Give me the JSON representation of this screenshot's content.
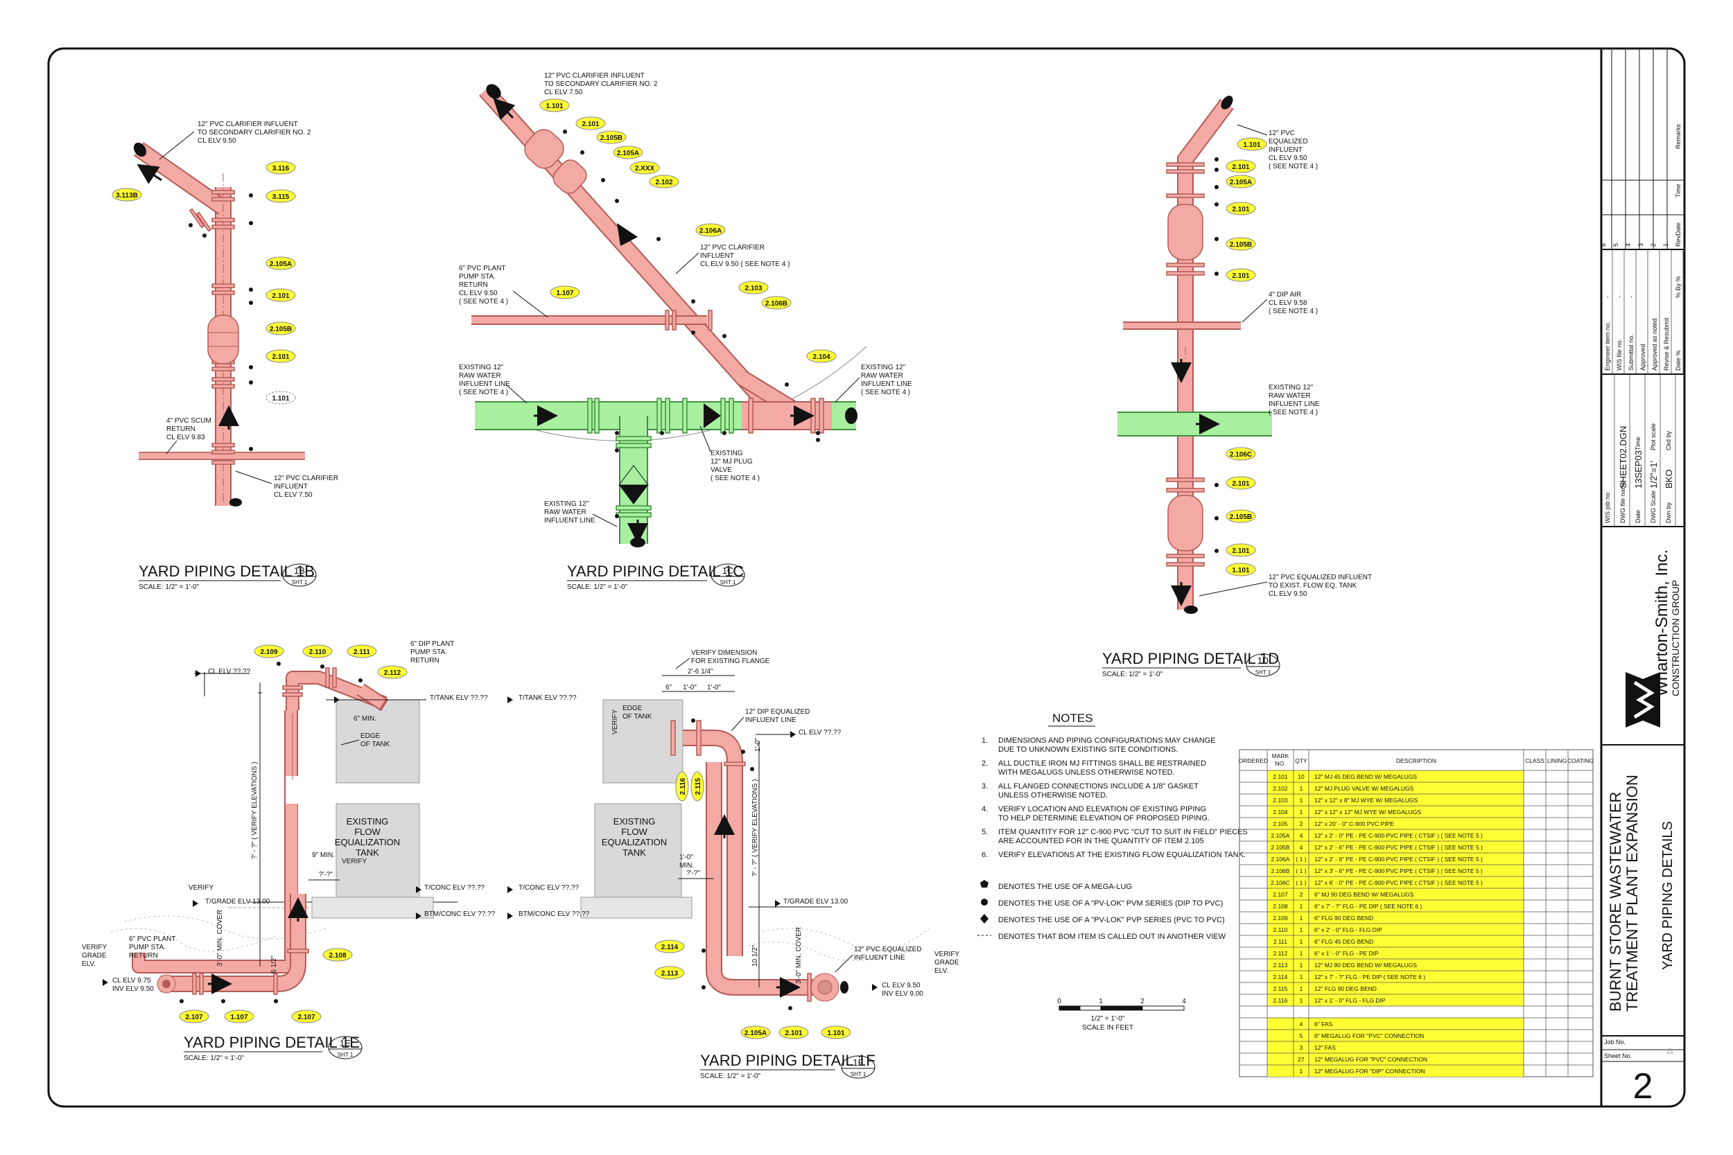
{
  "colors": {
    "pipe": "#f3a9a4",
    "pipe_stroke": "#b55a55",
    "existing": "#a8f0a0",
    "existing_stroke": "#3f8f3a",
    "tag": "#ffff33",
    "bom_highlight": "#ffff33",
    "tank": "#d9d9d9"
  },
  "details": [
    {
      "title": "YARD PIPING DETAIL 1B",
      "scale": "SCALE:  1/2\" = 1'-0\"",
      "badge": "1B",
      "sheet": "SHT 1"
    },
    {
      "title": "YARD PIPING DETAIL 1C",
      "scale": "SCALE:  1/2\" = 1'-0\"",
      "badge": "1C",
      "sheet": "SHT 1"
    },
    {
      "title": "YARD PIPING DETAIL 1D",
      "scale": "SCALE:  1/2\" = 1'-0\"",
      "badge": "1D",
      "sheet": "SHT 1"
    },
    {
      "title": "YARD PIPING DETAIL 1E",
      "scale": "SCALE:  1/2\" = 1'-0\"",
      "badge": "1E",
      "sheet": "SHT 1"
    },
    {
      "title": "YARD PIPING DETAIL 1F",
      "scale": "SCALE:  1/2\" = 1'-0\"",
      "badge": "1F",
      "sheet": "SHT 1"
    }
  ],
  "labels": {
    "d1b_top": [
      "12\" PVC CLARIFIER INFLUENT",
      "TO SECONDARY CLARIFIER NO. 2",
      "CL ELV 9.50"
    ],
    "d1b_scum": [
      "4\" PVC SCUM",
      "RETURN",
      "CL ELV 9.83"
    ],
    "d1b_bottom": [
      "12\" PVC CLARIFIER",
      "INFLUENT",
      "CL ELV 7.50"
    ],
    "d1c_top": [
      "12\" PVC CLARIFIER INFLUENT",
      "TO SECONDARY CLARIFIER NO. 2",
      "CL ELV 7.50"
    ],
    "d1c_mid": [
      "12\" PVC CLARIFIER",
      "INFLUENT",
      "CL ELV 9.50  ( SEE NOTE 4 )"
    ],
    "d1c_return": [
      "6\" PVC PLANT",
      "PUMP STA.",
      "RETURN",
      "CL ELV 9.50",
      "( SEE NOTE 4 )"
    ],
    "d1c_raw_left": [
      "EXISTING 12\"",
      "RAW WATER",
      "INFLUENT LINE",
      "( SEE NOTE 4 )"
    ],
    "d1c_raw_right": [
      "EXISTING 12\"",
      "RAW WATER",
      "INFLUENT LINE",
      "( SEE NOTE 4 )"
    ],
    "d1c_plug": [
      "EXISTING",
      "12\" MJ PLUG",
      "VALVE",
      "( SEE NOTE 4 )"
    ],
    "d1c_raw_bottom": [
      "EXISTING 12\"",
      "RAW WATER",
      "INFLUENT LINE"
    ],
    "d1d_top": [
      "12\" PVC",
      "EQUALIZED",
      "INFLUENT",
      "CL ELV 9.50",
      "( SEE NOTE 4 )"
    ],
    "d1d_air": [
      "4\" DIP AIR",
      "CL ELV 9.58",
      "( SEE NOTE 4 )"
    ],
    "d1d_raw": [
      "EXISTING 12\"",
      "RAW WATER",
      "INFLUENT LINE",
      "( SEE NOTE 4 )"
    ],
    "d1d_bottom": [
      "12\" PVC EQUALIZED INFLUENT",
      "TO EXIST. FLOW EQ. TANK",
      "CL ELV 9.50"
    ],
    "d1e_dip": [
      "6\" DIP PLANT",
      "PUMP STA.",
      "RETURN"
    ],
    "d1e_cl": "CL ELV ??.??",
    "d1e_ttank": "T/TANK ELV ??.??",
    "d1e_edge": [
      "EDGE",
      "OF TANK"
    ],
    "d1e_6min": "6\" MIN.",
    "d1e_tank": [
      "EXISTING",
      "FLOW",
      "EQUALIZATION",
      "TANK"
    ],
    "d1e_9min": "9\" MIN.",
    "d1e_verify": "VERIFY",
    "d1e_tconc": "T/CONC ELV ??.??",
    "d1e_btm": "BTM/CONC ELV ??.??",
    "d1e_grade": "T/GRADE ELV 13.00",
    "d1e_verify2": "VERIFY",
    "d1e_return": [
      "6\" PVC PLANT",
      "PUMP STA.",
      "RETURN"
    ],
    "d1e_vgrade": [
      "VERIFY",
      "GRADE",
      "ELV."
    ],
    "d1e_inv": [
      "CL ELV 9.75",
      "INV ELV 9.50"
    ],
    "d1e_vert": "?' - ?\" ( VERIFY ELEVATIONS )",
    "d1e_cover": "3'-0\" MIN. COVER",
    "d1e_6half": "6 1/2\"",
    "d1e_qq": "?'-?\"",
    "d1f_verify": [
      "VERIFY DIMENSION",
      "FOR EXISTING FLANGE"
    ],
    "d1f_dim1": "2'-6 1/4\"",
    "d1f_dim2": "6\"",
    "d1f_dim3": "1'-0\"",
    "d1f_dim4": "1'-0\"",
    "d1f_dip": [
      "12\" DIP EQUALIZED",
      "INFLUENT LINE"
    ],
    "d1f_edge": [
      "EDGE",
      "OF TANK"
    ],
    "d1f_verifyv": "VERIFY",
    "d1f_cl": "CL ELV ??.??",
    "d1f_ttank": "T/TANK ELV ??.??",
    "d1f_tank": [
      "EXISTING",
      "FLOW",
      "EQUALIZATION",
      "TANK"
    ],
    "d1f_1min": [
      "1'-0\"",
      "MIN."
    ],
    "d1f_tconc": "T/CONC ELV ??.??",
    "d1f_btm": "BTM/CONC ELV ??.??",
    "d1f_grade": "T/GRADE ELV 13.00",
    "d1f_pvc": [
      "12\" PVC EQUALIZED",
      "INFLUENT LINE"
    ],
    "d1f_vgrade": [
      "VERIFY",
      "GRADE",
      "ELV."
    ],
    "d1f_inv": [
      "CL ELV 9.50",
      "INV ELV 9.00"
    ],
    "d1f_vert": "?' - ?\" ( VERIFY ELEVATIONS )",
    "d1f_cover": "3'-0\" MIN. COVER",
    "d1f_10half": "10 1/2\"",
    "d1f_1ft": "1'-0\"",
    "d1f_qq": "?'-?\""
  },
  "tags": {
    "t3_116": "3.116",
    "t3_115": "3.115",
    "t3_113b": "3.113B",
    "t2_105a": "2.105A",
    "t2_101": "2.101",
    "t2_105b": "2.105B",
    "t2_101b": "2.101",
    "t1_101": "1.101",
    "c1_101": "1.101",
    "c2_101": "2.101",
    "c2_105b": "2.105B",
    "c2_105a": "2.105A",
    "c2_xxx": "2.XXX",
    "c2_102": "2.102",
    "c2_106a": "2.106A",
    "c1_107": "1.107",
    "c2_103": "2.103",
    "c2_106b": "2.106B",
    "c2_104": "2.104",
    "d1_101": "1.101",
    "d2_101a": "2.101",
    "d2_105a": "2.105A",
    "d2_101b": "2.101",
    "d2_105b": "2.105B",
    "d2_101c": "2.101",
    "d2_106c": "2.106C",
    "d2_101d": "2.101",
    "d2_105b2": "2.105B",
    "d2_101e": "2.101",
    "d1_101b": "1.101",
    "e2_109": "2.109",
    "e2_110": "2.110",
    "e2_111": "2.111",
    "e2_112": "2.112",
    "e2_108": "2.108",
    "e2_107": "2.107",
    "e1_107": "1.107",
    "e2_107b": "2.107",
    "f2_116": "2.116",
    "f2_115": "2.115",
    "f2_114": "2.114",
    "f2_113": "2.113",
    "f2_105a": "2.105A",
    "f2_101": "2.101",
    "f1_101": "1.101"
  },
  "notes": {
    "title": "NOTES",
    "items": [
      [
        "1.",
        "DIMENSIONS AND PIPING CONFIGURATIONS MAY CHANGE",
        "DUE TO UNKNOWN EXISTING SITE CONDITIONS."
      ],
      [
        "2.",
        "ALL DUCTILE IRON MJ FITTINGS SHALL BE RESTRAINED",
        "WITH MEGALUGS UNLESS OTHERWISE NOTED."
      ],
      [
        "3.",
        "ALL FLANGED CONNECTIONS INCLUDE A 1/8\" GASKET",
        "UNLESS OTHERWISE NOTED."
      ],
      [
        "4.",
        "VERIFY LOCATION AND ELEVATION OF EXISTING PIPING",
        "TO HELP DETERMINE ELEVATION OF PROPOSED PIPING."
      ],
      [
        "5.",
        "ITEM QUANTITY FOR 12\" C-900 PVC \"CUT TO SUIT IN FIELD\" PIECES",
        "ARE ACCOUNTED FOR IN THE QUANTITY OF ITEM 2.105"
      ],
      [
        "6.",
        "VERIFY ELEVATIONS AT THE EXISTING FLOW EQUALIZATION TANK.",
        ""
      ]
    ],
    "legend": [
      "DENOTES THE USE OF A MEGA-LUG",
      "DENOTES THE USE OF A \"PV-LOK\" PVM SERIES (DIP TO PVC)",
      "DENOTES THE USE OF A \"PV-LOK\" PVP SERIES (PVC TO PVC)",
      "DENOTES THAT BOM ITEM IS CALLED OUT IN ANOTHER VIEW"
    ]
  },
  "scale_bar": {
    "ticks": [
      "0",
      "1",
      "2",
      "4"
    ],
    "ratio": "1/2\" = 1'-0\"",
    "caption": "SCALE IN FEET"
  },
  "bom": {
    "headers": [
      "ORDERED",
      "MARK NO.",
      "QTY",
      "DESCRIPTION",
      "CLASS",
      "LINING",
      "COATING"
    ],
    "rows": [
      [
        "",
        "2.101",
        "10",
        "12\" MJ 45 DEG BEND  W/ MEGALUGS"
      ],
      [
        "",
        "2.102",
        "1",
        "12\" MJ PLUG VALVE  W/ MEGALUGS"
      ],
      [
        "",
        "2.103",
        "1",
        "12\" x 12\" x 8\" MJ WYE  W/ MEGALUGS"
      ],
      [
        "",
        "2.104",
        "1",
        "12\" x 12\" x 12\" MJ WYE  W/ MEGALUGS"
      ],
      [
        "",
        "2.105",
        "2",
        "12\" x 20' - 0\" C-900 PVC PIPE"
      ],
      [
        "",
        "2.105A",
        "4",
        "12\" x 2' - 0\" PE - PE C-900 PVC PIPE  ( CTSIF )  ( SEE NOTE 5 )"
      ],
      [
        "",
        "2.105B",
        "4",
        "12\" x 2' - 6\" PE - PE C-900 PVC PIPE  ( CTSIF )  ( SEE NOTE 5 )"
      ],
      [
        "",
        "2.106A",
        "( 1 )",
        "12\" x 2' - 6\" PE - PE C-900 PVC PIPE  ( CTSIF )  ( SEE NOTE 5 )"
      ],
      [
        "",
        "2.106B",
        "( 1 )",
        "12\" x 3' - 6\" PE - PE C-900 PVC PIPE  ( CTSIF )  ( SEE NOTE 5 )"
      ],
      [
        "",
        "2.106C",
        "( 1 )",
        "12\" x 6' - 0\" PE - PE C-900 PVC PIPE  ( CTSIF )  ( SEE NOTE 5 )"
      ],
      [
        "",
        "2.107",
        "2",
        "6\" MJ 90 DEG BEND  W/ MEGALUGS"
      ],
      [
        "",
        "2.108",
        "1",
        "6\" x 7' - ?\" FLG - PE DIP  ( SEE NOTE 6 )"
      ],
      [
        "",
        "2.109",
        "1",
        "6\" FLG 90 DEG BEND"
      ],
      [
        "",
        "2.110",
        "1",
        "6\" x 2' - 0\" FLG - FLG DIP"
      ],
      [
        "",
        "2.111",
        "1",
        "6\" FLG 45 DEG BEND"
      ],
      [
        "",
        "2.112",
        "1",
        "6\" x 1' - 0\" FLG - PE DIP"
      ],
      [
        "",
        "2.113",
        "1",
        "12\" MJ 90 DEG BEND  W/ MEGALUGS"
      ],
      [
        "",
        "2.114",
        "1",
        "12\" x 7' - ?\" FLG - PE DIP  ( SEE NOTE 6 )"
      ],
      [
        "",
        "2.115",
        "1",
        "12\" FLG 90 DEG BEND"
      ],
      [
        "",
        "2.116",
        "1",
        "12\" x 1' - 0\" FLG - FLG DIP"
      ],
      [
        "",
        "",
        "",
        ""
      ],
      [
        "",
        "",
        "4",
        "6\" FAS"
      ],
      [
        "",
        "",
        "5",
        "6\" MEGALUG FOR \"PVC\" CONNECTION"
      ],
      [
        "",
        "",
        "3",
        "12\" FAS"
      ],
      [
        "",
        "",
        "27",
        "12\" MEGALUG FOR \"PVC\" CONNECTION"
      ],
      [
        "",
        "",
        "1",
        "12\" MEGALUG FOR \"DIP\" CONNECTION"
      ]
    ]
  },
  "title_block": {
    "remarks": "Remarks",
    "time": "Time",
    "date": "Date",
    "rev": "Rev",
    "rev_numbers": [
      "6",
      "5",
      "4",
      "3",
      "2",
      "1"
    ],
    "info": [
      [
        "Engineer item no.",
        "-"
      ],
      [
        "WIS file no.",
        "-"
      ],
      [
        "Submittal no.",
        "-"
      ],
      [
        "Approved",
        ""
      ],
      [
        "Approved as noted",
        ""
      ],
      [
        "Revise & Resubmit",
        ""
      ],
      [
        "Date %",
        "% By %"
      ]
    ],
    "job": [
      [
        "WIS job no",
        ""
      ],
      [
        "DWG file name",
        "SHEET02.DGN"
      ],
      [
        "Date",
        "13SEP03",
        "Time",
        ""
      ],
      [
        "DWG Scale",
        "1/2\"=1'",
        "Plot scale",
        ""
      ],
      [
        "Dwn by",
        "BKO",
        "Ckd by",
        ""
      ]
    ],
    "company": "Wharton-Smith, Inc.",
    "company_sub": "CONSTRUCTION GROUP",
    "project_line1": "BURNT STORE WASTEWATER",
    "project_line2": "TREATMENT PLANT EXPANSION",
    "sheet_title": "YARD PIPING DETAILS",
    "job_no": "Job No.",
    "sheet_no_label": "Sheet No.",
    "sheet_no": "2"
  }
}
